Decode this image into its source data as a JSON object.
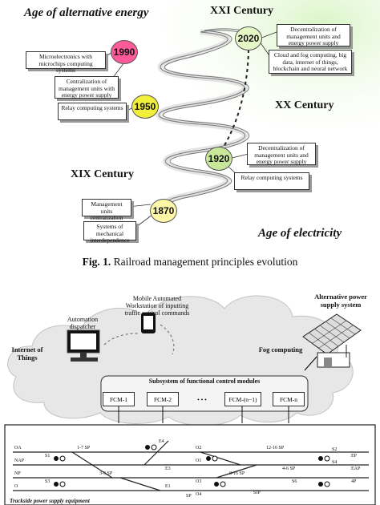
{
  "figure1": {
    "era_top": "Age of alternative energy",
    "era_bottom": "Age of electricity",
    "century_21": "XXI Century",
    "century_20": "XX Century",
    "century_19": "XIX Century",
    "years": [
      {
        "label": "2020",
        "color": "#e6f7c6"
      },
      {
        "label": "1990",
        "color": "#ff5a9a"
      },
      {
        "label": "1950",
        "color": "#f2ef3a"
      },
      {
        "label": "1920",
        "color": "#c9e79a"
      },
      {
        "label": "1870",
        "color": "#fff7a8"
      }
    ],
    "boxes": {
      "box_2020_a": "Decentralization of management units and energy power supply",
      "box_2020_b": "Cloud and fog computing, big data, internet of things, blockchain and neural network",
      "box_1990": "Microelectronics with microchips computing systems",
      "box_1950_a": "Centralization of management units with energy power supply",
      "box_1950_b": "Relay computing systems",
      "box_1920_a": "Decentralization of management units and energy power supply",
      "box_1920_b": "Relay computing systems",
      "box_1870_a": "Management units centralization",
      "box_1870_b": "Systems of mechanical interdependence"
    },
    "caption_prefix": "Fig. 1.",
    "caption_text": "Railroad management principles evolution"
  },
  "figure2": {
    "mobile_label": "Mobile Automated Workstation of inputting traffic control commands",
    "dispatcher_label": "Automation dispatcher",
    "iot_label": "Internet of Things",
    "power_label": "Alternative power supply system",
    "fog_label": "Fog computing",
    "subsystem_label": "Subsystem of functional control modules",
    "fcm": [
      "FCM-1",
      "FCM-2",
      "• • •",
      "FCM-(n−1)",
      "FCM-n"
    ],
    "track_labels": {
      "oa": "OA",
      "nap": "NAP",
      "np": "NP",
      "o": "O",
      "s1": "S1",
      "s3": "S3",
      "sp17": "1-7 SP",
      "sp39": "3-9 SP",
      "e4": "E4",
      "e3": "E3",
      "e1": "E1",
      "sp_1216": "12-16 SP",
      "sp_816": "8-16 SP",
      "o2": "O2",
      "o1": "O1",
      "o3": "O3",
      "o4": "O4",
      "s2": "S2",
      "s4": "S4",
      "s6": "S6",
      "sp_46": "4-6 SP",
      "ep": "EP",
      "eap": "EAP",
      "ap": "4P",
      "sip": "SIP",
      "sp": "SP"
    },
    "bottom_fragment": "Trackside power supply equipment"
  }
}
